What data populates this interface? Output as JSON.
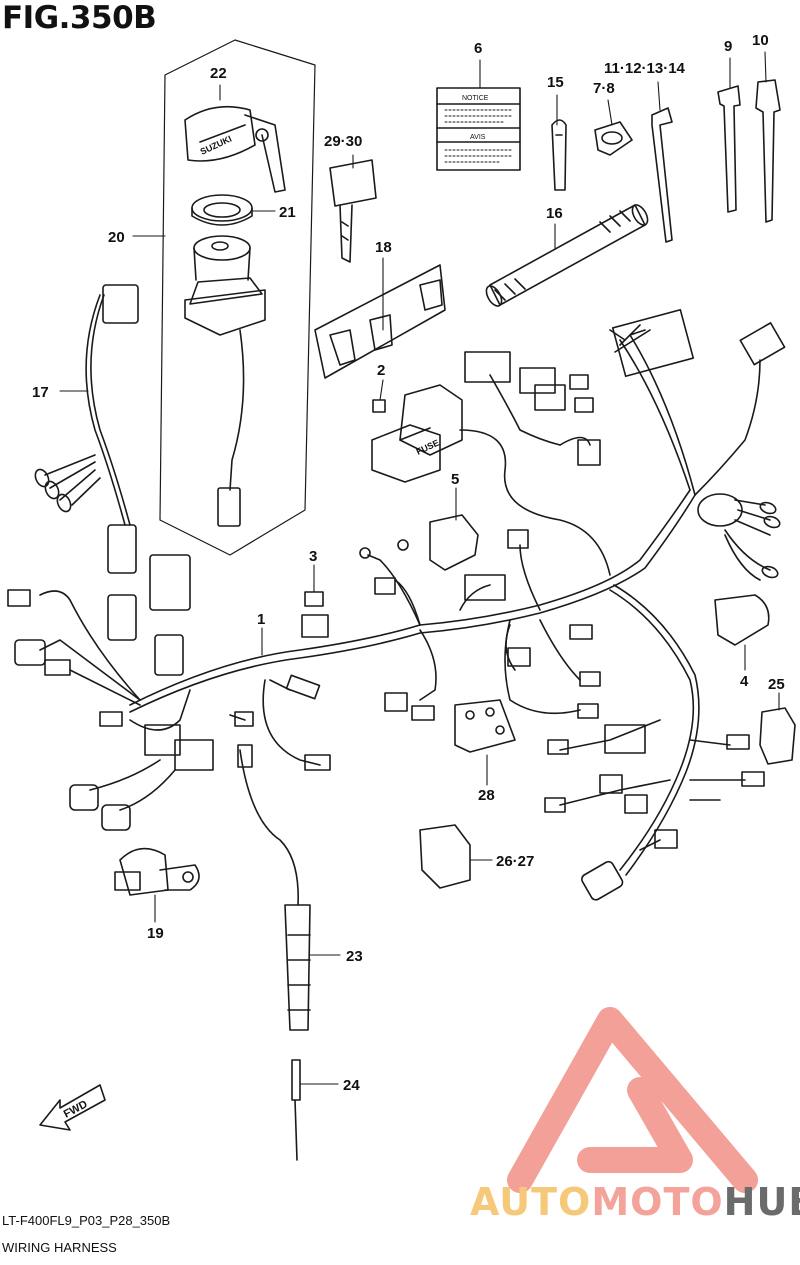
{
  "figure": {
    "title": "FIG.350B",
    "sheet_id": "LT-F400FL9_P03_P28_350B",
    "sheet_name": "WIRING HARNESS"
  },
  "labels": {
    "p1": "1",
    "p2": "2",
    "p3": "3",
    "p4": "4",
    "p5": "5",
    "p6": "6",
    "p7_8": "7·8",
    "p9": "9",
    "p10": "10",
    "p11_14": "11·12·13·14",
    "p15": "15",
    "p16": "16",
    "p17": "17",
    "p18": "18",
    "p19": "19",
    "p20": "20",
    "p21": "21",
    "p22": "22",
    "p23": "23",
    "p24": "24",
    "p25": "25",
    "p26_27": "26·27",
    "p28": "28",
    "p29_30": "29·30"
  },
  "part_text": {
    "suzuki": "SUZUKI",
    "fuse": "FUSE",
    "notice": "NOTICE",
    "avis": "AVIS",
    "fwd": "FWD"
  },
  "watermark": {
    "word1": "AUTO",
    "word2": "MOTO",
    "word3": "HUB"
  },
  "colors": {
    "line": "#1a1a1a",
    "watermark_red": "#f08f86",
    "watermark_orange": "#f6c97a",
    "watermark_gray": "#6b6b6b"
  }
}
